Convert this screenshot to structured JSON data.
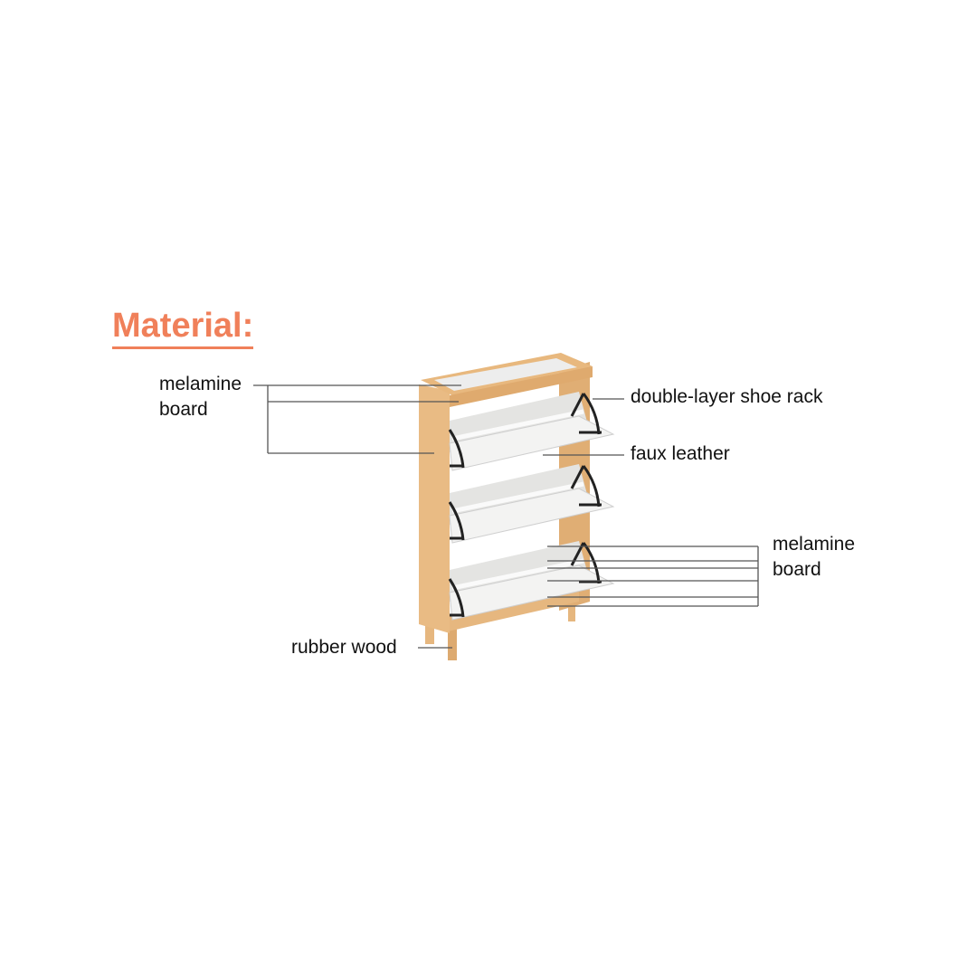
{
  "title": "Material:",
  "labels": {
    "top_left": [
      "melamine",
      "board"
    ],
    "double_layer": "double-layer shoe rack",
    "faux_leather": "faux leather",
    "right_board": [
      "melamine",
      "board"
    ],
    "rubber_wood": "rubber wood"
  },
  "colors": {
    "accent": "#F0805A",
    "wood": "#E6B77F",
    "panel": "#F1F1F0",
    "hinge": "#222222",
    "leader": "#555555"
  }
}
